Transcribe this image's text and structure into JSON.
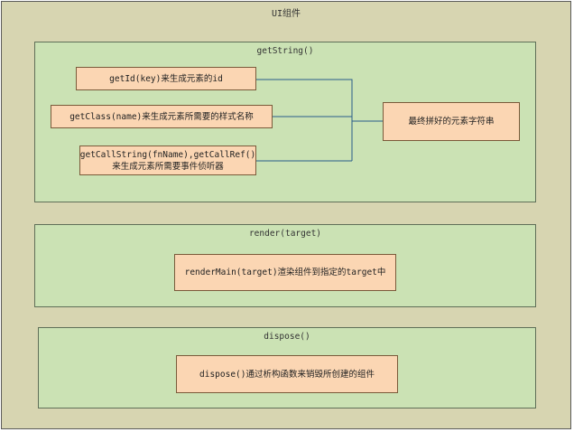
{
  "outer": {
    "title": "UI组件"
  },
  "panels": [
    {
      "title": "getString()",
      "nodes": [
        "getId(key)来生成元素的id",
        "getClass(name)来生成元素所需要的样式名称",
        {
          "line1": "getCallString(fnName),getCallRef()",
          "line2": "来生成元素所需要事件侦听器"
        }
      ],
      "result": "最终拼好的元素字符串"
    },
    {
      "title": "render(target)",
      "node": "renderMain(target)渲染组件到指定的target中"
    },
    {
      "title": "dispose()",
      "node": "dispose()通过析构函数来销毁所创建的组件"
    }
  ],
  "colors": {
    "background": "#d7d5b1",
    "panel": "#cbe2b4",
    "node": "#fbd6b3",
    "connector": "#2a5c8a"
  }
}
